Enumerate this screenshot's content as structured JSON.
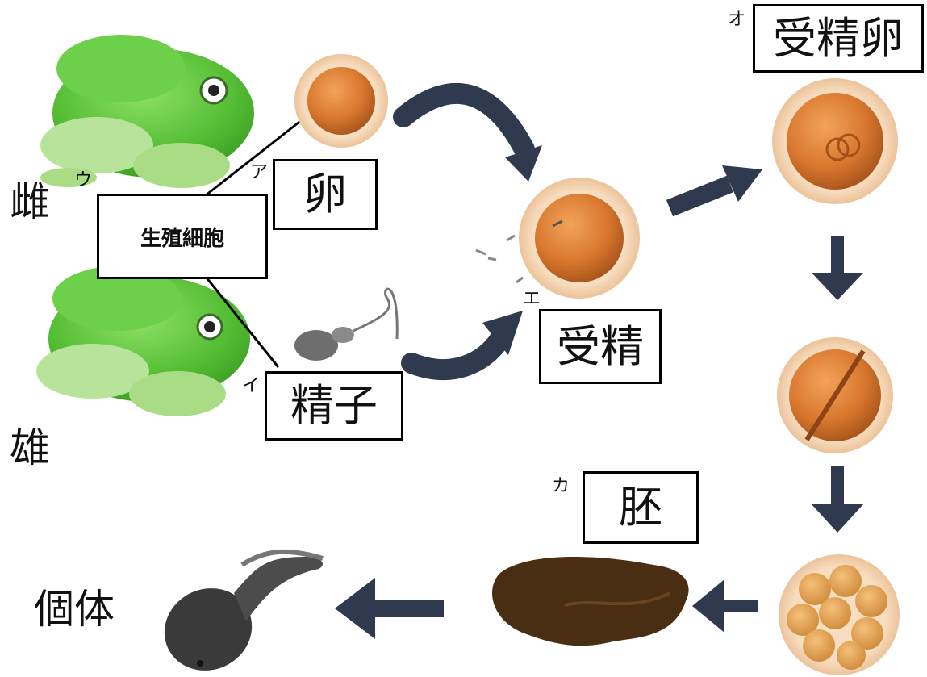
{
  "labels": {
    "female": "雌",
    "male": "雄",
    "germ_cell": "生殖細胞",
    "egg": "卵",
    "sperm": "精子",
    "fertilization": "受精",
    "fertilized_egg": "受精卵",
    "embryo": "胚",
    "individual": "個体"
  },
  "markers": {
    "a": "ア",
    "i": "イ",
    "u": "ウ",
    "e": "エ",
    "o": "オ",
    "ka": "カ"
  },
  "colors": {
    "frog_green": "#5cc23a",
    "frog_light": "#b8e39a",
    "egg_orange": "#d9772e",
    "egg_shell": "#f2d2ad",
    "arrow_navy": "#2f3a4f",
    "embryo_brown": "#4a2e14",
    "tadpole": "#3a3a3a"
  }
}
